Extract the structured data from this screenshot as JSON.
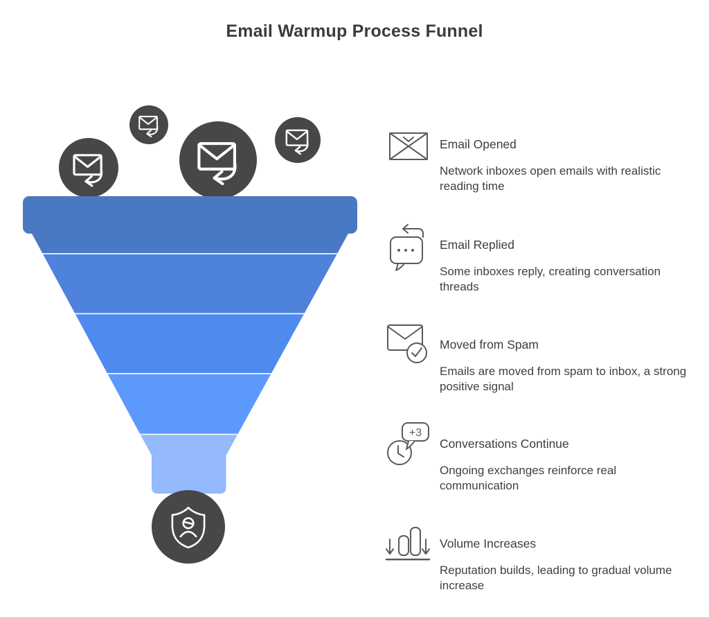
{
  "title": "Email Warmup Process Funnel",
  "ui": {
    "icon_color": "#5a5a5a",
    "text_color": "#3d3d3d",
    "background": "#ffffff"
  },
  "funnel": {
    "circle_color": "#474747",
    "stroke_on_dark": "#f5f5f5",
    "colors": {
      "level1": "#4a79c4",
      "level2": "#4f82da",
      "level3": "#4f8bee",
      "level4": "#5c99fc",
      "level5": "#94b9fc"
    },
    "top_icons": [
      "incoming-email",
      "incoming-email",
      "incoming-email",
      "incoming-email"
    ],
    "bottom_icon": "user-shield"
  },
  "steps": [
    {
      "icon": "email-opened-icon",
      "title": "Email Opened",
      "description": "Network inboxes open emails with realistic reading time"
    },
    {
      "icon": "email-replied-icon",
      "title": "Email Replied",
      "description": "Some inboxes reply, creating conversation threads"
    },
    {
      "icon": "moved-from-spam-icon",
      "title": "Moved from Spam",
      "description": "Emails are moved from spam to inbox, a strong positive signal"
    },
    {
      "icon": "conversations-continue-icon",
      "title": "Conversations Continue",
      "description": "Ongoing exchanges reinforce real communication",
      "badge": "+3"
    },
    {
      "icon": "volume-increases-icon",
      "title": "Volume Increases",
      "description": "Reputation builds, leading to gradual volume increase"
    }
  ]
}
